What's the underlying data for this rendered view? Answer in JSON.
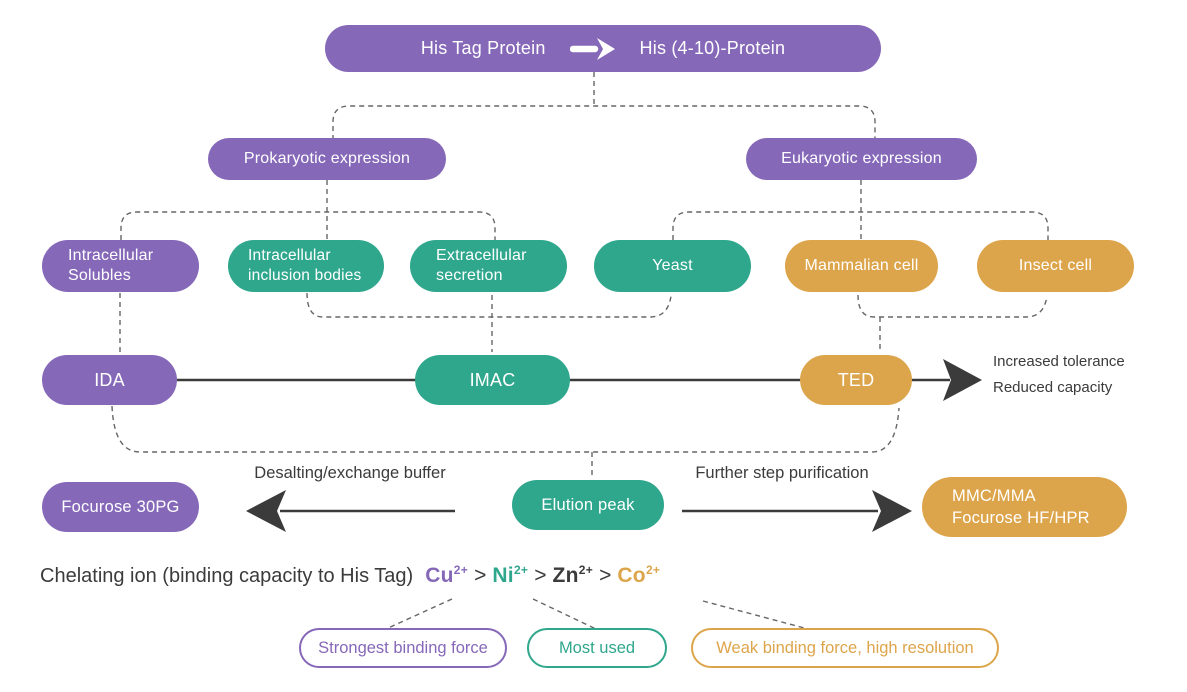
{
  "colors": {
    "purple": "#8668B9",
    "teal": "#2FA78D",
    "gold": "#DDA54B",
    "dark": "#3B3B3B",
    "gray": "#666666"
  },
  "top": {
    "left_label": "His Tag Protein",
    "right_label": "His (4-10)-Protein"
  },
  "expression": {
    "prokaryotic": "Prokaryotic expression",
    "eukaryotic": "Eukaryotic expression"
  },
  "sources": {
    "intracellular_solubles": {
      "lines": [
        "Intracellular",
        "Solubles"
      ]
    },
    "inclusion_bodies": {
      "lines": [
        "Intracellular",
        "inclusion bodies"
      ]
    },
    "extracellular_secretion": {
      "lines": [
        "Extracellular",
        "secretion"
      ]
    },
    "yeast": "Yeast",
    "mammalian_cell": "Mammalian cell",
    "insect_cell": "Insect cell"
  },
  "chelators": {
    "ida": "IDA",
    "imac": "IMAC",
    "ted": "TED",
    "arrow_note": [
      "Increased tolerance",
      "Reduced capacity"
    ]
  },
  "downstream": {
    "focurose": "Focurose 30PG",
    "elution": "Elution peak",
    "mmc": {
      "lines": [
        "MMC/MMA",
        "Focurose HF/HPR"
      ]
    },
    "left_arrow_label": "Desalting/exchange buffer",
    "right_arrow_label": "Further step purification"
  },
  "chelating": {
    "prefix": "Chelating ion (binding capacity to His Tag)",
    "separator": ">",
    "ions": [
      {
        "symbol": "Cu",
        "charge": "2+"
      },
      {
        "symbol": "Ni",
        "charge": "2+"
      },
      {
        "symbol": "Zn",
        "charge": "2+"
      },
      {
        "symbol": "Co",
        "charge": "2+"
      }
    ]
  },
  "legend": {
    "strongest": "Strongest binding force",
    "most_used": "Most used",
    "weak": "Weak binding force, high resolution"
  }
}
